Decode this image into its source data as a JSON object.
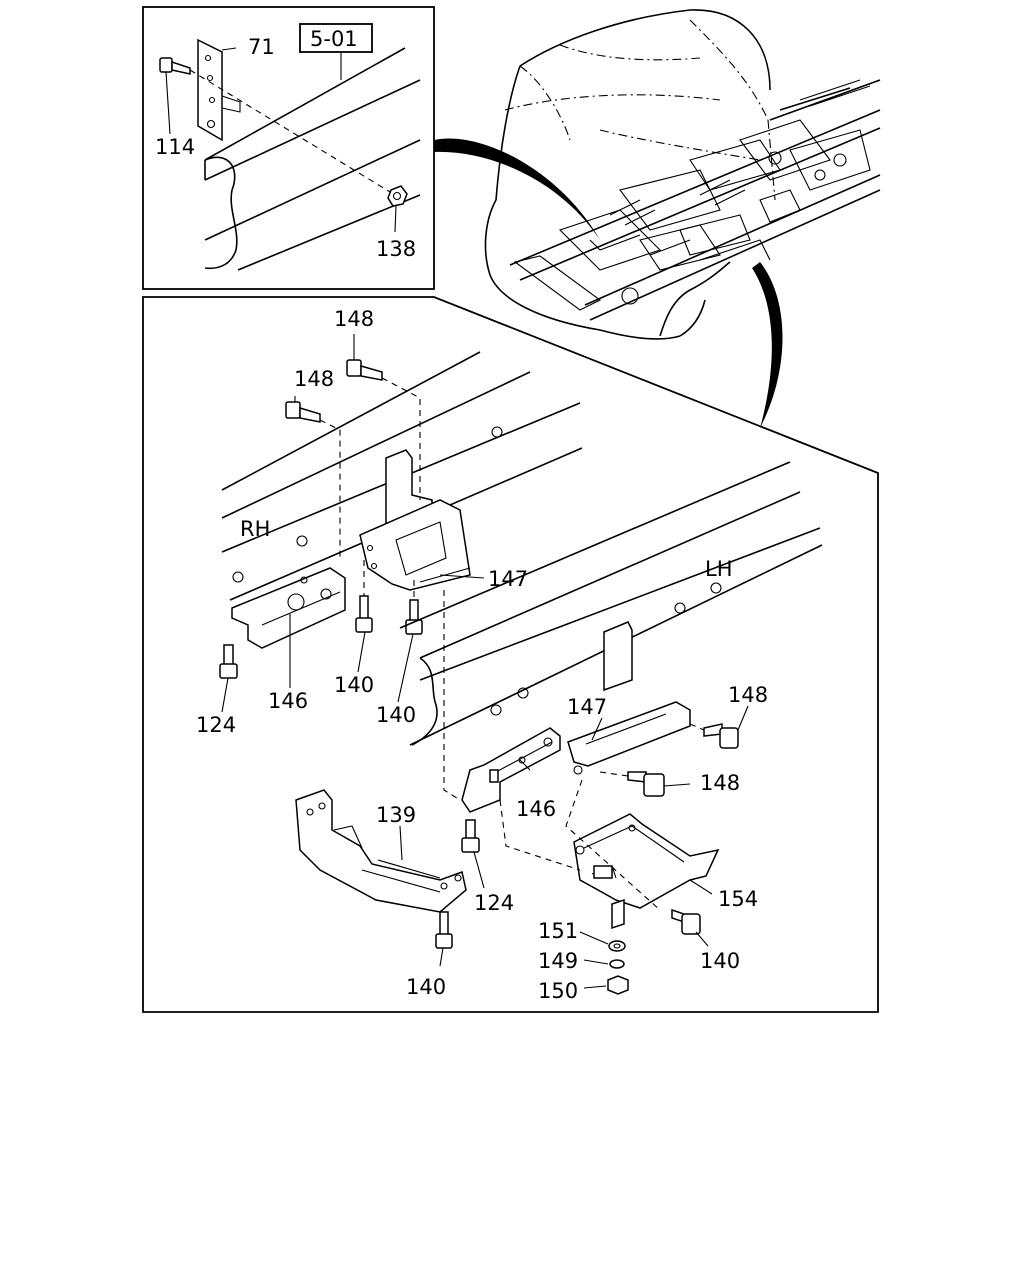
{
  "reference_box": "5-01",
  "detail_labels": {
    "rh": "RH",
    "lh": "LH"
  },
  "callouts": {
    "p71": "71",
    "p114": "114",
    "p138": "138",
    "p148_a": "148",
    "p148_b": "148",
    "p148_c": "148",
    "p148_d": "148",
    "p147_a": "147",
    "p147_b": "147",
    "p146_a": "146",
    "p146_b": "146",
    "p140_a": "140",
    "p140_b": "140",
    "p140_c": "140",
    "p140_d": "140",
    "p124_a": "124",
    "p124_b": "124",
    "p139": "139",
    "p154": "154",
    "p151": "151",
    "p149": "149",
    "p150": "150"
  }
}
